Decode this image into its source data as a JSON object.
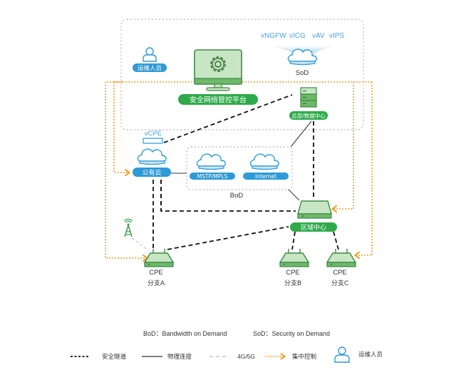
{
  "colors": {
    "green": "#34a853",
    "green_pill": "#2eaa4a",
    "green_fill": "#c8e6c3",
    "green_stroke": "#3d8a45",
    "blue": "#2e9ad6",
    "blue_light": "#cfe7f6",
    "orange": "#f0a030",
    "gray_dotted": "#b8b8b8",
    "dark_line": "#222222"
  },
  "top_zone": {
    "ops_person_label": "运维人员",
    "platform_label": "安全网络管控平台",
    "sod_services": [
      "vNGFW",
      "vICG",
      "vAV",
      "vIPS"
    ],
    "sod_label": "SoD",
    "hq_label": "总部/数据中心"
  },
  "middle_zone": {
    "vcpe_label": "vCPE",
    "public_cloud_label": "公有云",
    "bod_clouds": [
      {
        "label": "MSTP/MPLS"
      },
      {
        "label": "Internet"
      }
    ],
    "bod_label": "BoD",
    "regional_center_label": "区域中心"
  },
  "branches": [
    {
      "device": "CPE",
      "name": "分支A"
    },
    {
      "device": "CPE",
      "name": "分支B"
    },
    {
      "device": "CPE",
      "name": "分支C"
    }
  ],
  "notes": {
    "bod_def": "BoD：Bandwidth on Demand",
    "sod_def": "SoD：Security on Demand"
  },
  "legend": [
    {
      "icon": "dashed-black-line",
      "label": "安全隧道"
    },
    {
      "icon": "solid-line",
      "label": "物理连接"
    },
    {
      "icon": "dashed-gray-line",
      "label": "4G/5G"
    },
    {
      "icon": "orange-dotted-arrow",
      "label": "集中控制"
    },
    {
      "icon": "person-icon",
      "label": "运维人员"
    }
  ]
}
